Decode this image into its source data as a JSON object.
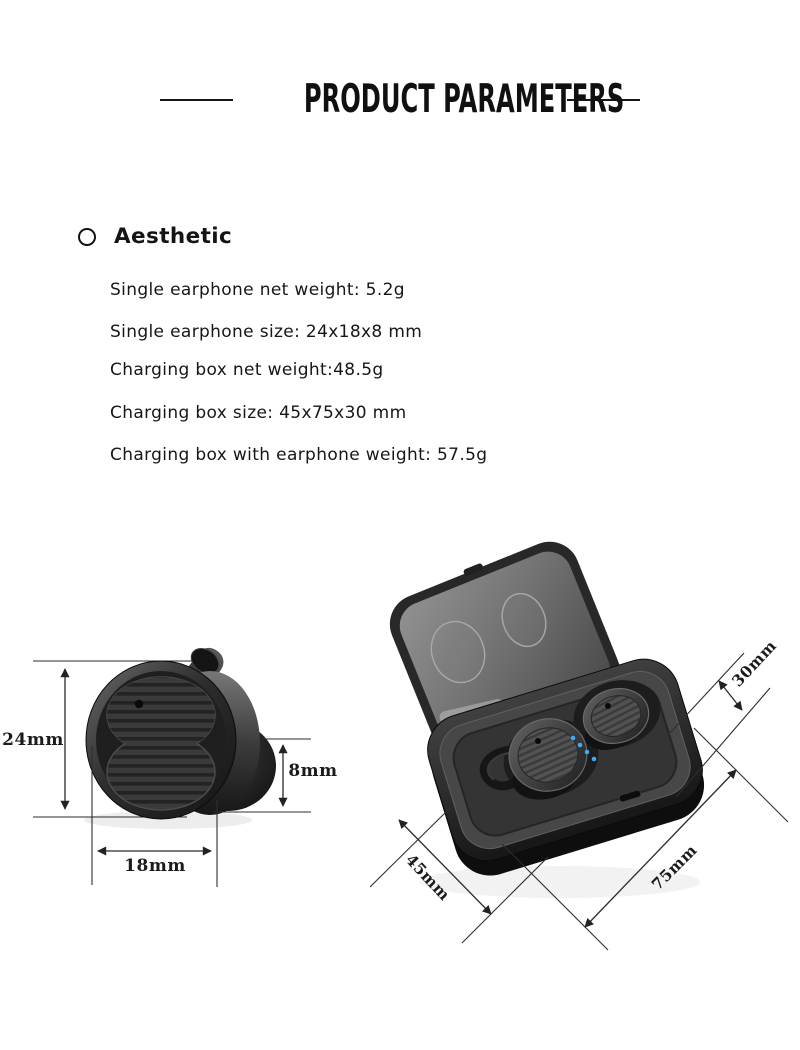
{
  "header": {
    "title": "PRODUCT PARAMETERS"
  },
  "section": {
    "heading": "Aesthetic",
    "specs": [
      "Single earphone net weight: 5.2g",
      "Single earphone size: 24x18x8 mm",
      "Charging box net weight:48.5g",
      "Charging box size: 45x75x30 mm",
      "Charging box with earphone weight: 57.5g"
    ]
  },
  "diagrams": {
    "earbud": {
      "height_label": "24mm",
      "width_label": "18mm",
      "tip_height_label": "8mm"
    },
    "case": {
      "height_label": "30mm",
      "depth_label": "45mm",
      "width_label": "75mm"
    }
  },
  "colors": {
    "background": "#ffffff",
    "text": "#161616",
    "dimension_line": "#2b2b2b",
    "led_blue": "#3fa9f5"
  }
}
